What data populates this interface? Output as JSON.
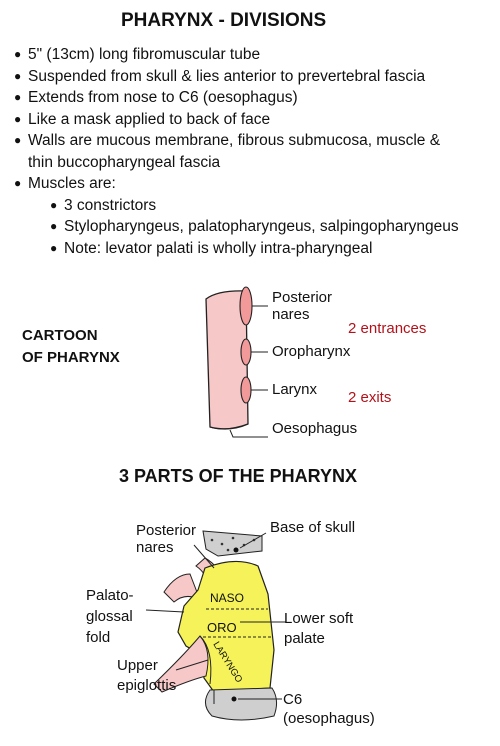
{
  "title": "PHARYNX - DIVISIONS",
  "bullets": [
    "5\" (13cm) long fibromuscular tube",
    "Suspended from skull & lies anterior to prevertebral fascia",
    "Extends from nose to C6 (oesophagus)",
    "Like a mask applied to back of face",
    "Walls are mucous membrane, fibrous submucosa, muscle &",
    "thin buccopharyngeal fascia",
    "Muscles are:"
  ],
  "sub_bullets": [
    "3 constrictors",
    "Stylopharyngeus, palatopharyngeus, salpingopharyngeus",
    "Note: levator palati is wholly intra-pharyngeal"
  ],
  "cartoon": {
    "heading_line1": "CARTOON",
    "heading_line2": "OF PHARYNX",
    "labels": {
      "posterior_nares_1": "Posterior",
      "posterior_nares_2": "nares",
      "oropharynx": "Oropharynx",
      "larynx": "Larynx",
      "oesophagus": "Oesophagus"
    },
    "entrances": "2 entrances",
    "exits": "2 exits"
  },
  "parts": {
    "heading": "3 PARTS OF THE PHARYNX",
    "labels": {
      "posterior_nares_1": "Posterior",
      "posterior_nares_2": "nares",
      "base_of_skull": "Base of skull",
      "palatoglossal_1": "Palato-",
      "palatoglossal_2": "glossal",
      "palatoglossal_3": "fold",
      "lower_soft_1": "Lower soft",
      "lower_soft_2": "palate",
      "upper_epiglottis_1": "Upper",
      "upper_epiglottis_2": "epiglottis",
      "c6_1": "C6",
      "c6_2": "(oesophagus)"
    },
    "regions": {
      "naso": "NASO",
      "oro": "ORO",
      "laryngo": "LARYNGO"
    }
  },
  "colors": {
    "tube": "#f7c8c8",
    "opening": "#f29a9a",
    "pharynx_fill": "#f5f25a",
    "skull_gray": "#cfcfcf",
    "red_text": "#b3121b"
  }
}
